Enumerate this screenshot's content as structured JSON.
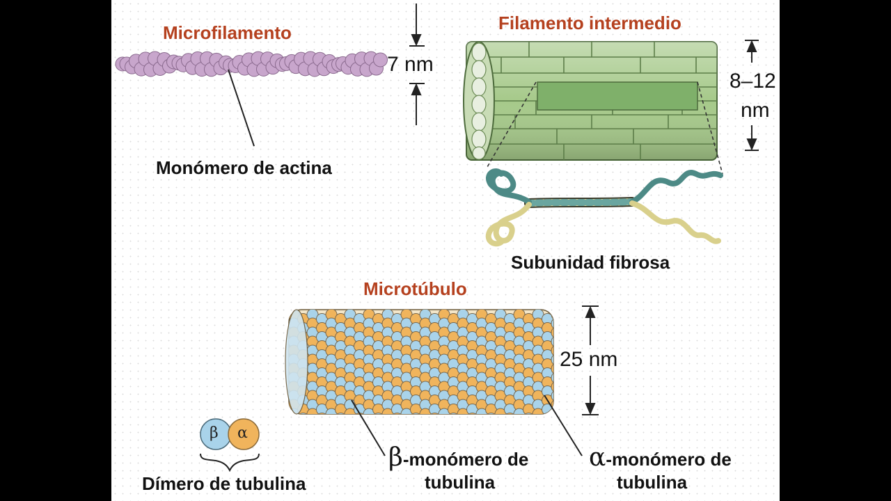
{
  "microfilament": {
    "title": "Microfilamento",
    "size": "7 nm",
    "monomer_label": "Monómero de actina"
  },
  "intermediate_filament": {
    "title": "Filamento intermedio",
    "size_line1": "8–12",
    "size_line2": "nm",
    "subunit_label": "Subunidad fibrosa"
  },
  "microtubule": {
    "title": "Microtúbulo",
    "size": "25 nm",
    "beta_symbol": "β",
    "beta_text_1": "-monómero de",
    "beta_text_2": "tubulina",
    "alpha_symbol": "α",
    "alpha_text_1": "-monómero de",
    "alpha_text_2": "tubulina",
    "dimer_beta": "β",
    "dimer_alpha": "α",
    "dimer_label": "Dímero de tubulina"
  },
  "colors": {
    "title": "#b5411f",
    "actin": "#c8a6cc",
    "if_green": "#a6c98a",
    "tubulin_alpha": "#f0b45c",
    "tubulin_beta": "#a9d3ea"
  }
}
